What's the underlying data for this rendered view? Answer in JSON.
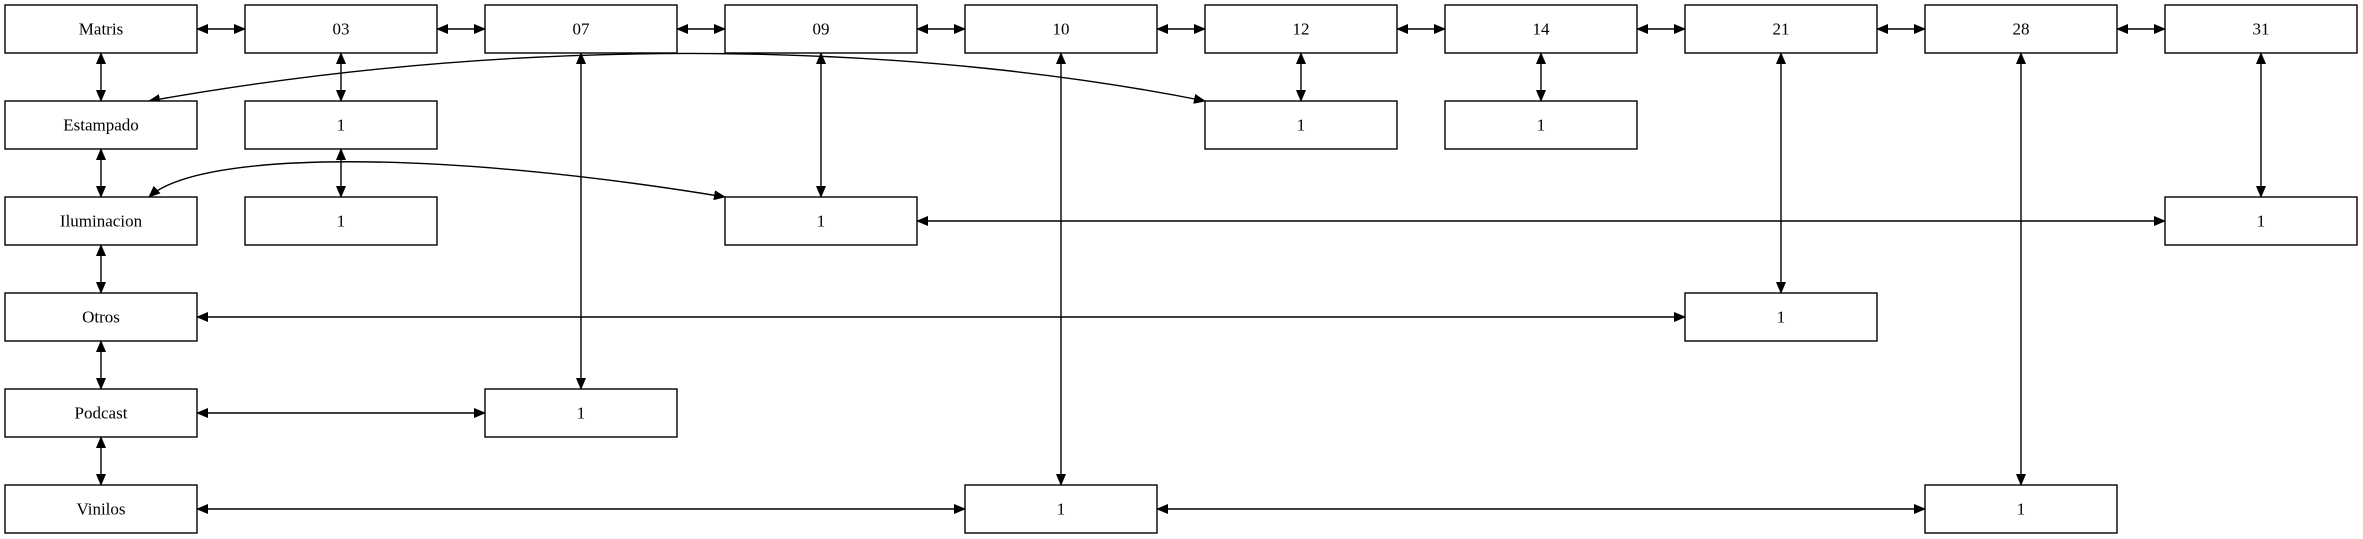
{
  "colors": {
    "background": "#ffffff",
    "stroke": "#000000",
    "text": "#000000"
  },
  "nodes": {
    "matris": "Matris",
    "d03": "03",
    "d07": "07",
    "d09": "09",
    "d10": "10",
    "d12": "12",
    "d14": "14",
    "d21": "21",
    "d28": "28",
    "d31": "31",
    "estampado": "Estampado",
    "iluminacion": "Iluminacion",
    "otros": "Otros",
    "podcast": "Podcast",
    "vinilos": "Vinilos",
    "c_03_r1": "1",
    "c_12_r1": "1",
    "c_14_r1": "1",
    "c_03_r2": "1",
    "c_09_r2": "1",
    "c_31_r2": "1",
    "c_21_r3": "1",
    "c_07_r4": "1",
    "c_10_r5": "1",
    "c_28_r5": "1"
  },
  "edges": [
    [
      "matris",
      "d03"
    ],
    [
      "d03",
      "d07"
    ],
    [
      "d07",
      "d09"
    ],
    [
      "d09",
      "d10"
    ],
    [
      "d10",
      "d12"
    ],
    [
      "d12",
      "d14"
    ],
    [
      "d14",
      "d21"
    ],
    [
      "d21",
      "d28"
    ],
    [
      "d28",
      "d31"
    ],
    [
      "matris",
      "estampado"
    ],
    [
      "estampado",
      "iluminacion"
    ],
    [
      "iluminacion",
      "otros"
    ],
    [
      "otros",
      "podcast"
    ],
    [
      "podcast",
      "vinilos"
    ],
    [
      "d03",
      "c_03_r1"
    ],
    [
      "c_03_r1",
      "c_03_r2"
    ],
    [
      "d07",
      "c_07_r4"
    ],
    [
      "d09",
      "c_09_r2"
    ],
    [
      "d10",
      "c_10_r5"
    ],
    [
      "d12",
      "c_12_r1"
    ],
    [
      "d14",
      "c_14_r1"
    ],
    [
      "d21",
      "c_21_r3"
    ],
    [
      "d28",
      "c_28_r5"
    ],
    [
      "d31",
      "c_31_r2"
    ],
    [
      "estampado",
      "c_12_r1"
    ],
    [
      "iluminacion",
      "c_09_r2"
    ],
    [
      "c_09_r2",
      "c_31_r2"
    ],
    [
      "otros",
      "c_21_r3"
    ],
    [
      "podcast",
      "c_07_r4"
    ],
    [
      "vinilos",
      "c_10_r5"
    ],
    [
      "c_10_r5",
      "c_28_r5"
    ]
  ]
}
